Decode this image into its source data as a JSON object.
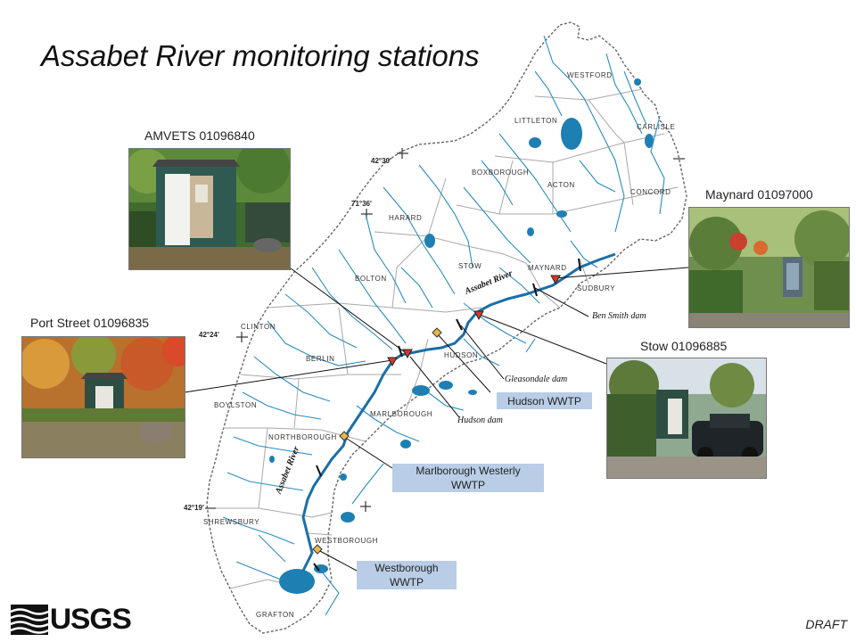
{
  "title": "Assabet River monitoring stations",
  "stations": [
    {
      "name": "AMVETS 01096840"
    },
    {
      "name": "Maynard 01097000"
    },
    {
      "name": "Port Street 01096835"
    },
    {
      "name": "Stow 01096885"
    }
  ],
  "wwtp": {
    "hudson": "Hudson WWTP",
    "marlborough": "Marlborough Westerly WWTP",
    "westborough": "Westborough WWTP"
  },
  "towns": {
    "westford": "WESTFORD",
    "littleton": "LITTLETON",
    "carlisle": "CARLISLE",
    "boxborough": "BOXBOROUGH",
    "acton": "ACTON",
    "concord": "CONCORD",
    "harvard": "HARARD",
    "stow": "STOW",
    "maynard": "MAYNARD",
    "sudbury": "SUDBURY",
    "bolton": "BOLTON",
    "clinton": "CLINTON",
    "berlin": "BERLIN",
    "hudson": "HUDSON",
    "marlborough": "MARLBOROUGH",
    "boylston": "BOYLSTON",
    "northborough": "NORTHBOROUGH",
    "shrewsbury": "SHREWSBURY",
    "westborough": "WESTBOROUGH",
    "grafton": "GRAFTON"
  },
  "coords": {
    "lat_4230": "42°30'",
    "lon_7136": "71°36'",
    "lat_4224": "42°24'",
    "lat_4219": "42°19'"
  },
  "dams": {
    "ben_smith": "Ben Smith dam",
    "gleasondale": "Gleasondale dam",
    "hudson": "Hudson dam"
  },
  "river_labels": {
    "upper": "Assabet River",
    "lower": "Assabet River"
  },
  "logo": "USGS",
  "draft": "DRAFT",
  "colors": {
    "water": "#1e7fb3",
    "station_marker": "#d9352b",
    "wwtp_marker": "#e8b84a",
    "wwtp_box": "#b9cde6",
    "boundary": "#9a9a9a"
  }
}
